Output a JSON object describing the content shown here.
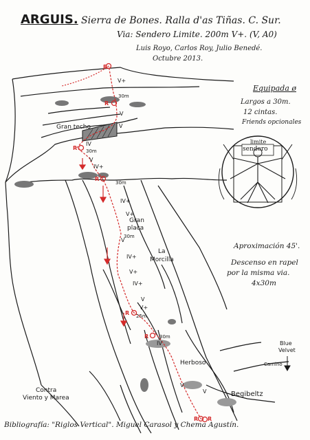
{
  "header": {
    "title": "ARGUIS.",
    "subtitle": "Sierra de Bones. Ralla d'as Tiñas. C. Sur.",
    "route": "Via: Sendero Limite. 200m V+. (V, A0)",
    "authors": "Luis Royo, Carlos Roy, Julio Benedé.",
    "date": "Octubre 2013."
  },
  "equipment": {
    "line1": "Equipada ø",
    "line2": "Largos a 30m.",
    "line3": "12 cintas.",
    "line4": "Friends opcionales"
  },
  "logo": {
    "top_text": "sendero",
    "bottom_text": "limite"
  },
  "approach": {
    "approach": "Aproximación 45'.",
    "descent1": "Descenso en rapel",
    "descent2": "por la misma via.",
    "rappels": "4x30m"
  },
  "features": {
    "gran_techo": "Gran techo",
    "gran_placa_1": "Gran",
    "gran_placa_2": "placa",
    "la_morcilla_1": "La",
    "la_morcilla_2": "Morcilla",
    "herboso": "Herboso",
    "contra_1": "Contra",
    "contra_2": "Viento y Marea",
    "begibeltz": "Begibeltz",
    "blue_1": "Blue",
    "blue_2": "Velvet",
    "camino": "Camino"
  },
  "grades": {
    "g1": "V+",
    "g2": "V",
    "g3": "V",
    "g4": "IV",
    "g5": "V",
    "g6": "IV+",
    "g7": "IV+",
    "g8": "V+",
    "g9": "V",
    "g10": "IV+",
    "g11": "V+",
    "g12": "IV+",
    "g13": "V",
    "g14": "V+",
    "g15": "IV",
    "g16": "V",
    "g17": "V"
  },
  "lengths": {
    "l1": "30m",
    "l2": "30m",
    "l3": "30m",
    "l4": "30m",
    "l5": "25m",
    "l6": "30m"
  },
  "belays": {
    "r1": "R",
    "r2": "R",
    "r3": "R",
    "r4": "R",
    "r5": "R",
    "r6": "R",
    "r7": "R",
    "r8": "R"
  },
  "bibliography": "Bibliografía: \"Riglos Vertical\". Miguel Carasol y Chema Agustín.",
  "colors": {
    "ink": "#1a1a1a",
    "route": "#d42a2a",
    "paper": "#fdfdfb"
  }
}
